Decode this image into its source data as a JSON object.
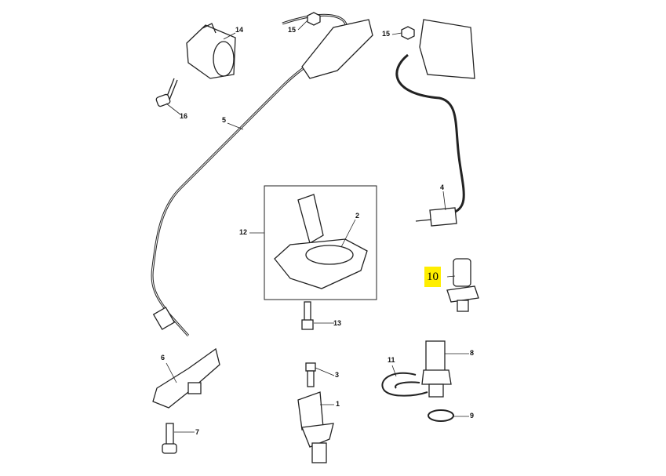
{
  "diagram": {
    "highlight_color": "#ffee00",
    "callouts": {
      "c14": "14",
      "c15a": "15",
      "c15b": "15",
      "c16": "16",
      "c5": "5",
      "c4": "4",
      "c12": "12",
      "c2": "2",
      "c10": "10",
      "c13": "13",
      "c6": "6",
      "c3": "3",
      "c8": "8",
      "c11": "11",
      "c1": "1",
      "c9": "9",
      "c7": "7"
    }
  }
}
